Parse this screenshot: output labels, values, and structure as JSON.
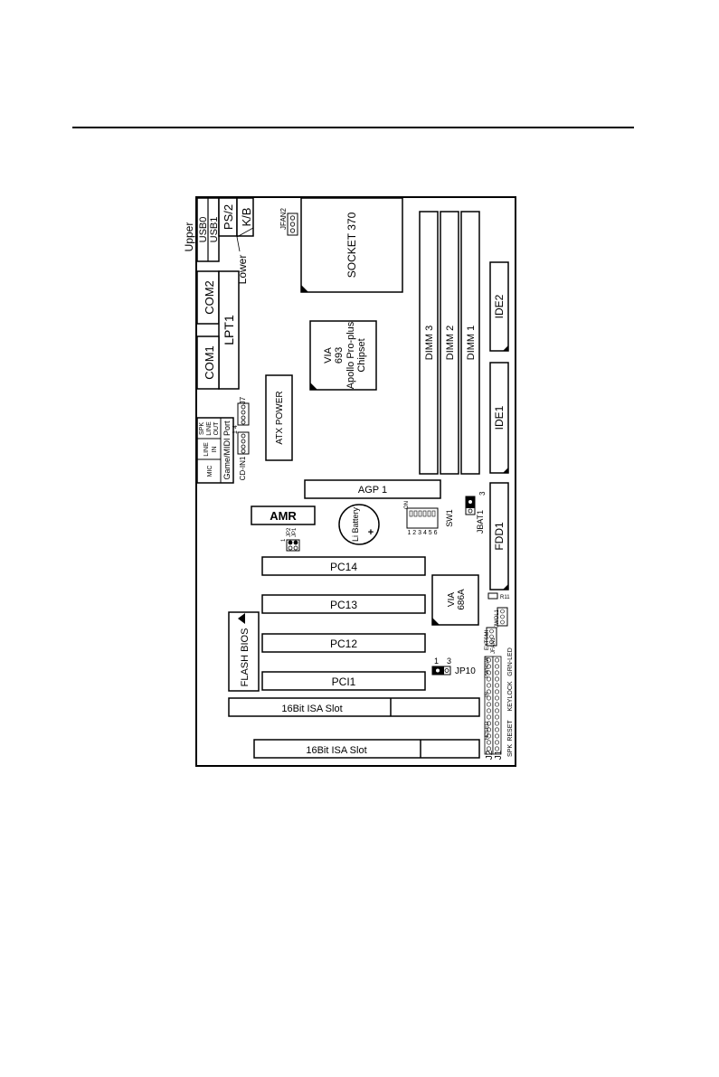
{
  "diagram": {
    "components": {
      "socket": "SOCKET 370",
      "chipset_line1": "VIA",
      "chipset_line2": "693",
      "chipset_line3": "Apollo Pro-plus",
      "chipset_line4": "Chipset",
      "dimm3": "DIMM 3",
      "dimm2": "DIMM 2",
      "dimm1": "DIMM 1",
      "ide2": "IDE2",
      "ide1": "IDE1",
      "fdd1": "FDD1",
      "ps2": "PS/2",
      "kb": "K/B",
      "usb0": "USB0",
      "usb1": "USB1",
      "upper": "Upper",
      "lower": "Lower",
      "jfan2": "JFAN2",
      "com2": "COM2",
      "lpt1": "LPT1",
      "com1": "COM1",
      "atx_power": "ATX POWER",
      "spk_line_out_1": "SPK",
      "spk_line_out_2": "LINE",
      "spk_line_out_3": "OUT",
      "line_in_1": "LINE",
      "line_in_2": "IN",
      "mic": "MIC",
      "game_midi": "Game/MIDI Port",
      "cd_in1": "CD-IN1",
      "j7": "J7",
      "agp": "AGP 1",
      "amr": "AMR",
      "battery": "Li Battery",
      "battery_plus": "+",
      "sw1": "SW1",
      "on": "ON",
      "sw_nums": "1 2 3 4 5 6",
      "jbat1": "JBAT1",
      "jp1_label": "JP1",
      "jp2_label": "JP2",
      "pci4": "PC14",
      "pci3": "PC13",
      "pci2": "PC12",
      "pci1": "PCI1",
      "via686_line1": "VIA",
      "via686_line2": "686A",
      "flash_bios": "FLASH BIOS",
      "jp10": "JP10",
      "isa1": "16Bit ISA Slot",
      "isa2": "16Bit ISA Slot",
      "r11": "R11",
      "jwol1": "JWOL1",
      "jfan1": "JFAN1",
      "extsm1": "EXTSMI",
      "pwrsw": "PWRSW",
      "ir": "IR",
      "hdled": "HDLED",
      "j2": "J2",
      "j1": "J1",
      "spk": "SPK",
      "reset": "RESET",
      "keylock": "KEYLOCK",
      "grn_led": "GRN-LED",
      "pin1": "1",
      "pin3": "3",
      "pin4": "4"
    }
  }
}
